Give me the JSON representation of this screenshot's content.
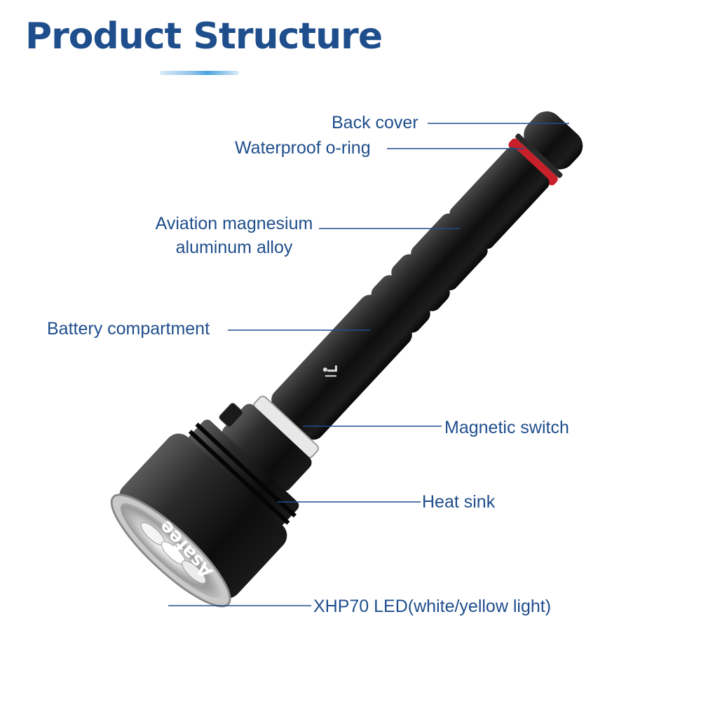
{
  "page": {
    "title": "Product Structure",
    "accent_color": "#1f4e8c"
  },
  "product": {
    "brand_mark": "Asafee",
    "image": "flashlight"
  },
  "callouts": {
    "back_cover": "Back cover",
    "waterproof_oring": "Waterproof o-ring",
    "aviation_line1": "Aviation magnesium",
    "aviation_line2": "aluminum alloy",
    "battery_compartment": "Battery compartment",
    "magnetic_switch": "Magnetic switch",
    "heat_sink": "Heat sink",
    "led": "XHP70 LED(white/yellow light)"
  }
}
